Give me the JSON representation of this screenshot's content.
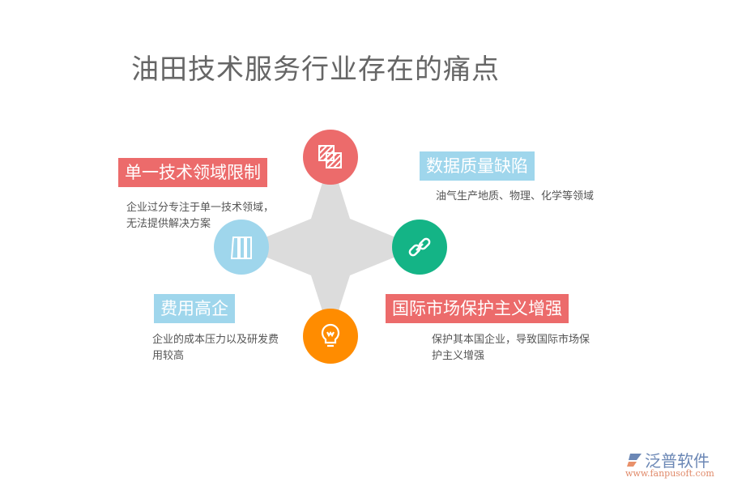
{
  "title": "油田技术服务行业存在的痛点",
  "colors": {
    "red": "#ec6b6b",
    "blue": "#9fd6ec",
    "green": "#14b486",
    "orange": "#ff8c00",
    "gray": "#dcdcdc"
  },
  "items": [
    {
      "label": "单一技术领域限制",
      "desc": "企业过分专注于单一技术领域，",
      "desc2": "无法提供解决方案",
      "icon": "books-icon"
    },
    {
      "label": "数据质量缺陷",
      "desc": "油气生产地质、物理、化学等领域",
      "icon": "layers-icon"
    },
    {
      "label": "费用高企",
      "desc": "企业的成本压力以及研发费",
      "desc2": "用较高",
      "icon": "lightbulb-icon"
    },
    {
      "label": "国际市场保护主义增强",
      "desc": "保护其本国企业，导致国际市场保",
      "desc2": "护主义增强",
      "icon": "link-icon"
    }
  ],
  "logo": {
    "name": "泛普软件",
    "url": "www.fanpusoft.com"
  }
}
